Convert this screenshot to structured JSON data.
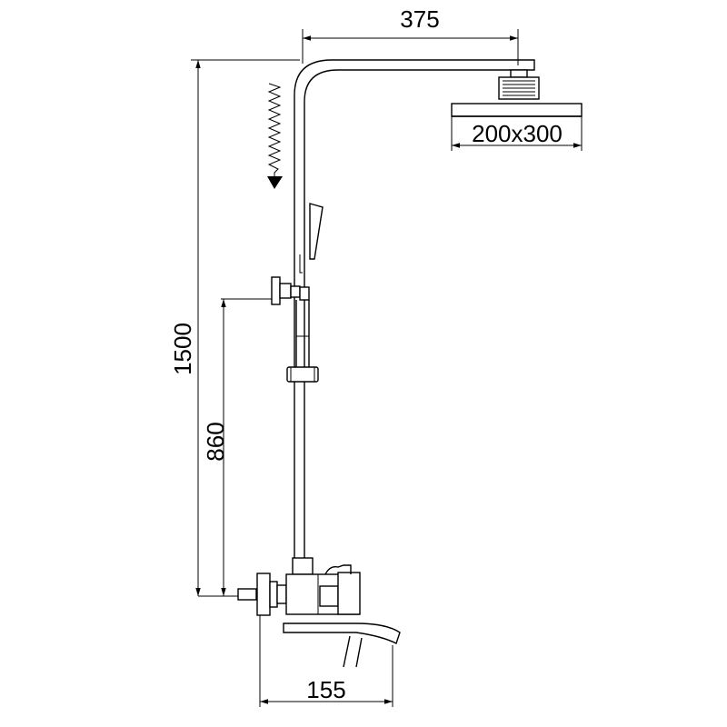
{
  "dimensions": {
    "arm_length": "375",
    "shower_head_size": "200x300",
    "total_height": "1500",
    "slide_height": "860",
    "spout_length": "155"
  }
}
